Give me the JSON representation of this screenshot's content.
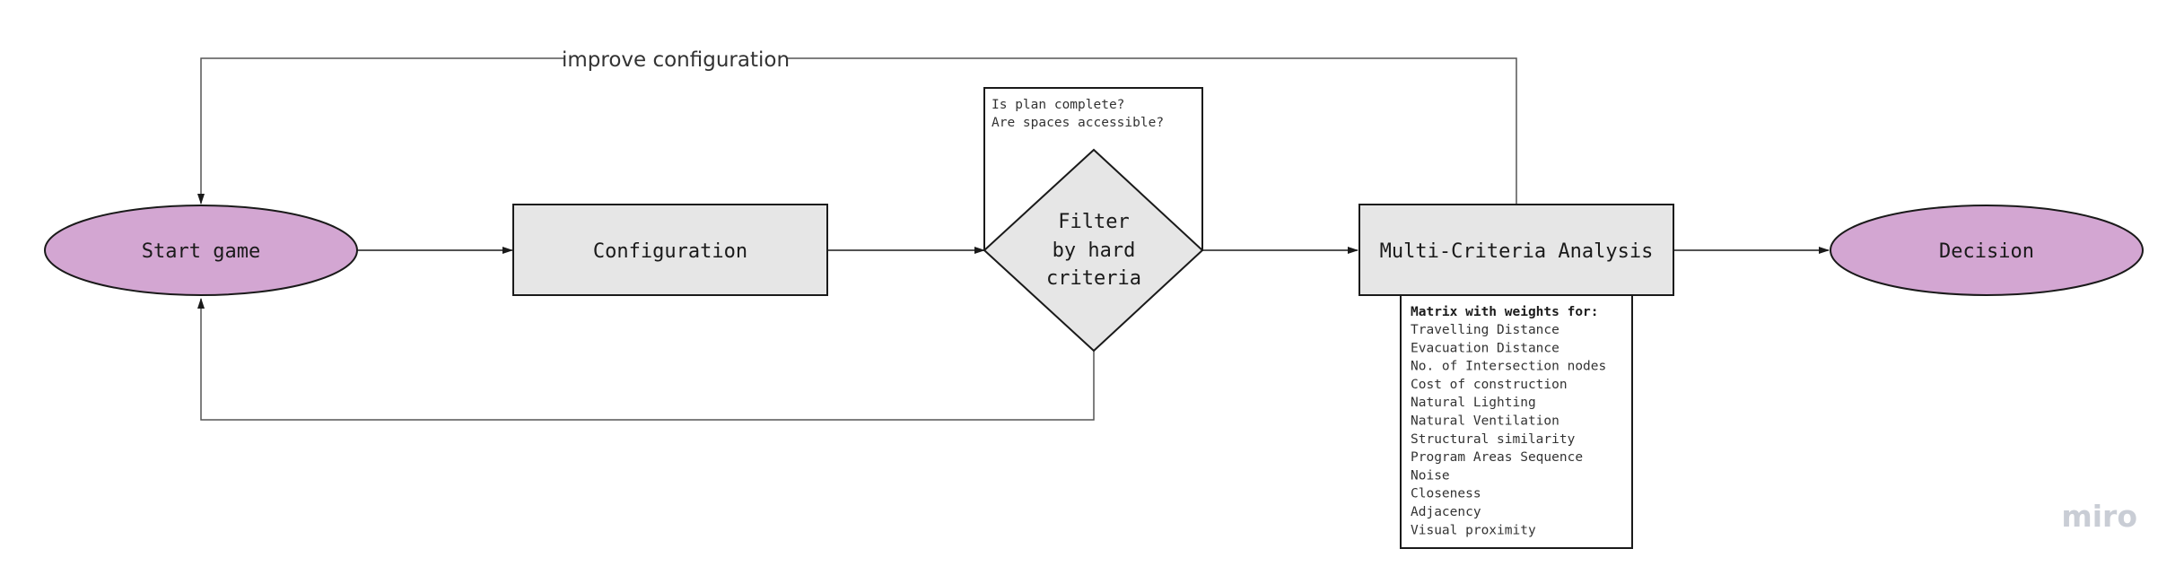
{
  "diagram": {
    "loop_label": "improve configuration",
    "nodes": {
      "start": "Start game",
      "configuration": "Configuration",
      "filter": [
        "Filter",
        "by hard",
        "criteria"
      ],
      "filter_note": [
        "Is plan complete?",
        "Are spaces accessible?"
      ],
      "mca": "Multi-Criteria Analysis",
      "decision": "Decision"
    },
    "matrix": {
      "heading": "Matrix with weights for:",
      "items": [
        "Travelling Distance",
        "Evacuation Distance",
        "No. of Intersection nodes",
        "Cost of construction",
        "Natural Lighting",
        "Natural Ventilation",
        "Structural similarity",
        "Program Areas Sequence",
        "Noise",
        "Closeness",
        "Adjacency",
        "Visual proximity"
      ]
    }
  },
  "watermark": "miro",
  "colors": {
    "ellipse_fill": "#d3a6d2",
    "box_fill": "#e6e6e6",
    "stroke": "#1a1a1a",
    "watermark": "#c9cdd5"
  }
}
